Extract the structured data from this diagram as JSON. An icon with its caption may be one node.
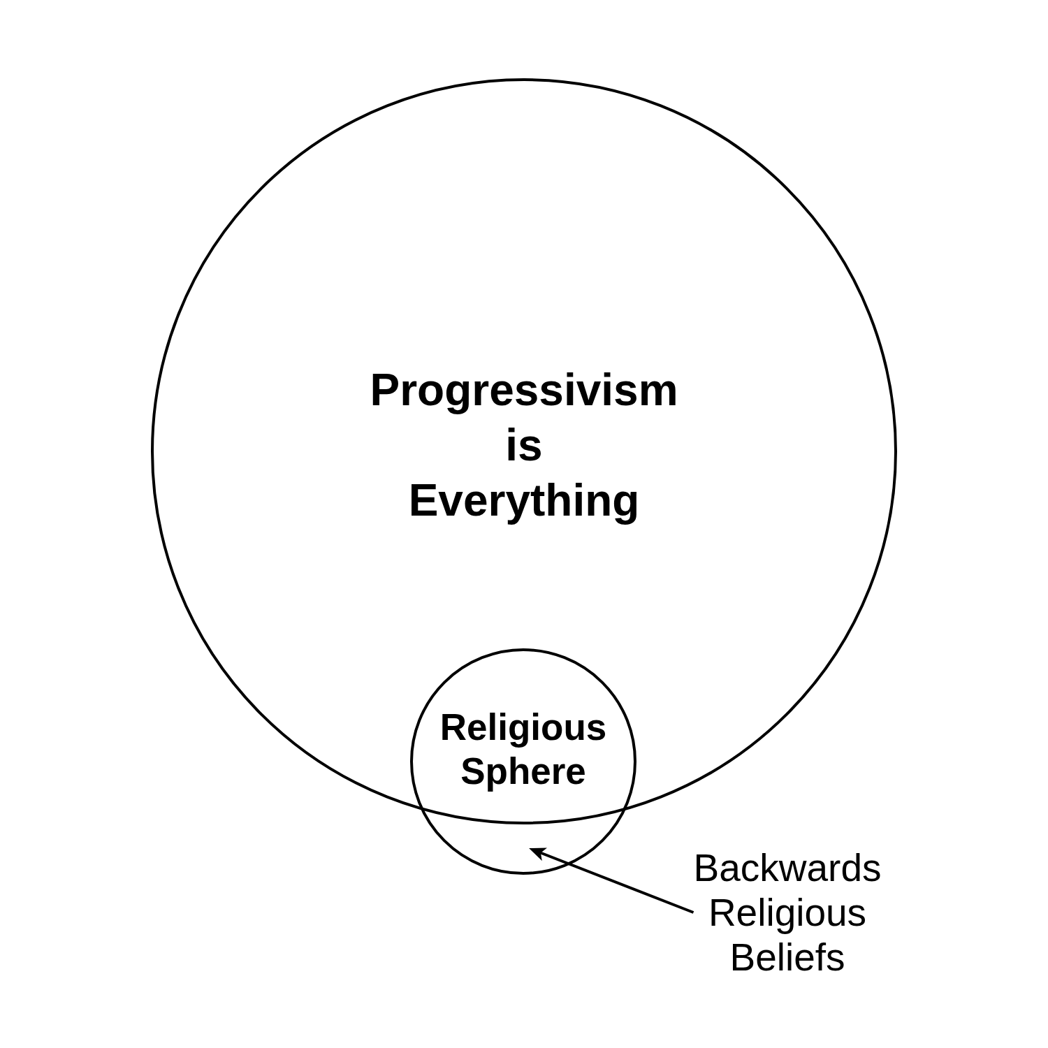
{
  "diagram": {
    "nodes": [
      {
        "text": [
          "Progressivism is Everything"
        ]
      },
      {
        "text": [
          "Religious Sphere"
        ]
      },
      {
        "text": [
          "Backwards Religious Beliefs"
        ]
      }
    ],
    "edges": [
      {
        "from": 2,
        "to": 1,
        "arrow": "to"
      }
    ]
  }
}
